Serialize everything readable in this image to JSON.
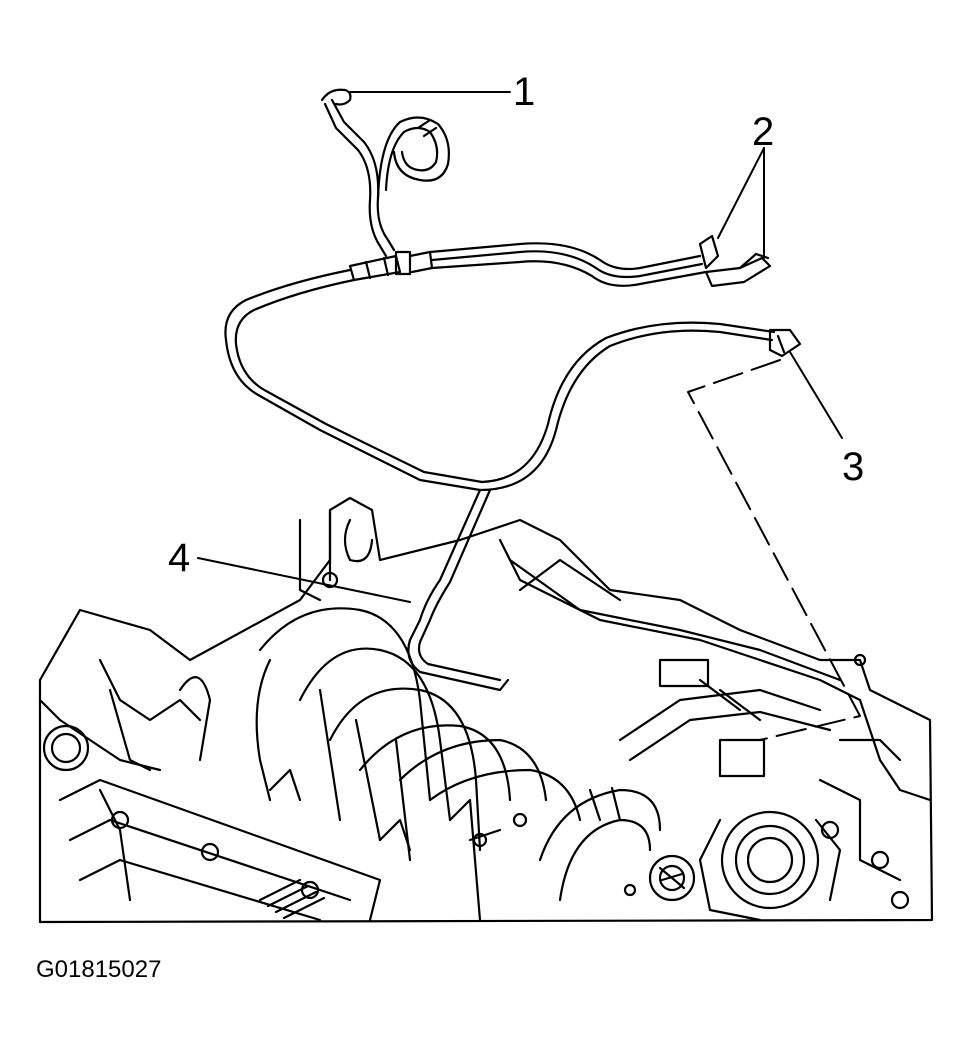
{
  "diagram": {
    "callouts": [
      {
        "label": "1",
        "part": "hose-end-fitting"
      },
      {
        "label": "2",
        "part": "hose-connectors"
      },
      {
        "label": "3",
        "part": "hose-connector-to-throttle-body"
      },
      {
        "label": "4",
        "part": "intake-manifold"
      }
    ],
    "figure_id": "G01815027"
  },
  "colors": {
    "line": "#000000",
    "background": "#ffffff"
  }
}
